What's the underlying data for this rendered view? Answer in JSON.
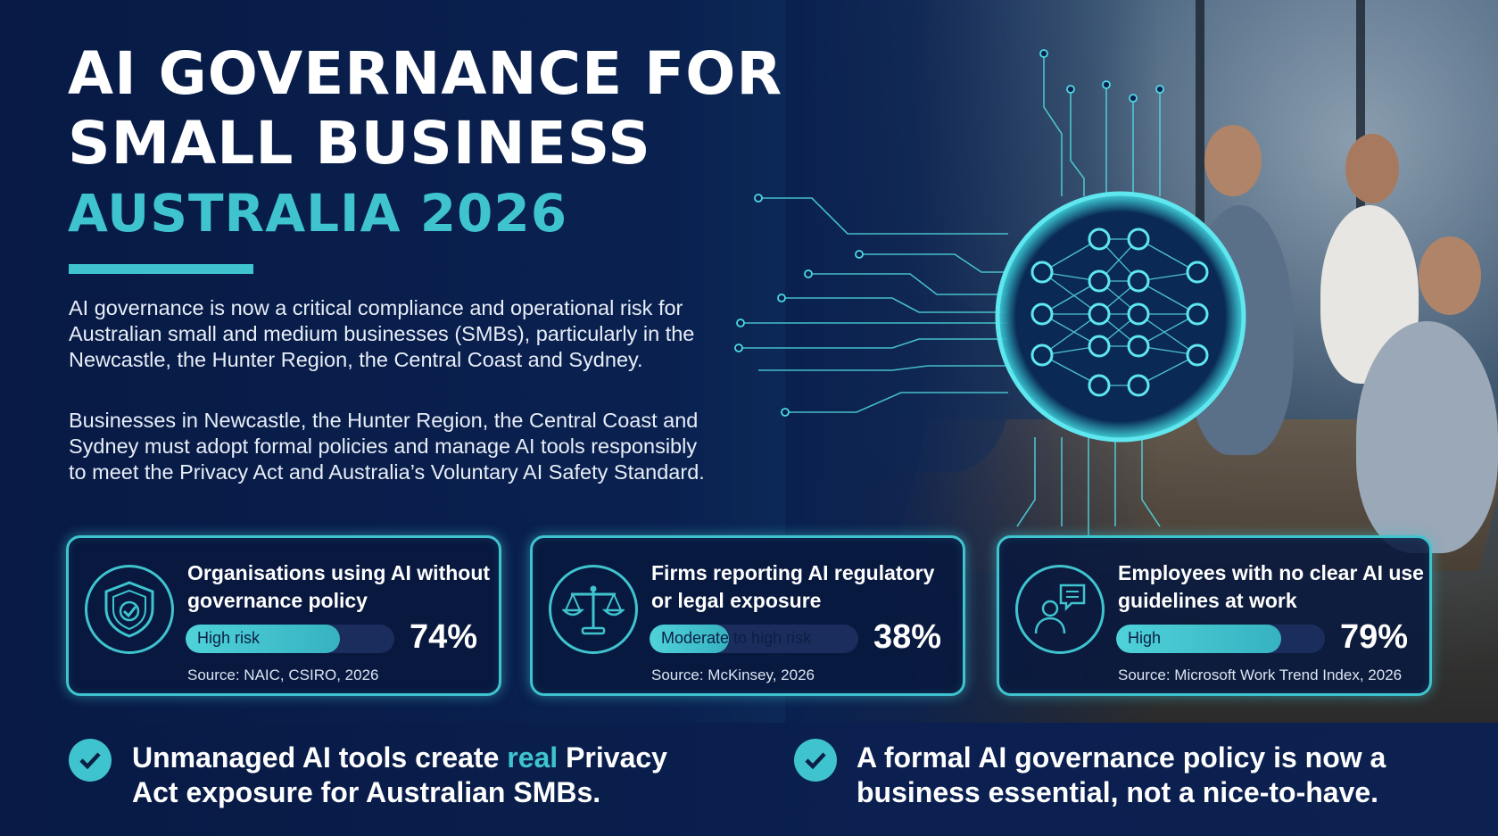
{
  "header": {
    "title_line1": "AI GOVERNANCE FOR",
    "title_line2": "SMALL BUSINESS",
    "subtitle": "AUSTRALIA 2026"
  },
  "intro": {
    "paragraph1": "AI governance is now a critical compliance and operational risk for Australian small and medium businesses (SMBs), particularly in the Newcastle, the Hunter Region, the Central Coast and Sydney.",
    "paragraph2": "Businesses in Newcastle, the Hunter Region, the Central Coast and Sydney must adopt formal policies and manage AI tools responsibly to meet the Privacy Act and Australia’s Voluntary AI Safety Standard."
  },
  "stats": [
    {
      "icon": "shield-check-icon",
      "title": "Organisations using AI without governance policy",
      "risk_label": "High risk",
      "percent_text": "74%",
      "value": 74,
      "source": "Source: NAIC, CSIRO, 2026"
    },
    {
      "icon": "scales-icon",
      "title": "Firms reporting AI regulatory or legal exposure",
      "risk_label": "Moderate to high risk",
      "percent_text": "38%",
      "value": 38,
      "source": "Source: McKinsey, 2026"
    },
    {
      "icon": "person-chat-icon",
      "title": "Employees with no clear AI use guidelines at work",
      "risk_label": "High",
      "percent_text": "79%",
      "value": 79,
      "source": "Source: Microsoft Work Trend Index, 2026"
    }
  ],
  "takeaways": {
    "left_before": "Unmanaged AI tools create ",
    "left_highlight": "real",
    "left_after": " Privacy Act exposure for Australian SMBs.",
    "right": "A formal AI governance policy is now a business essential, not a nice-to-have."
  },
  "colors": {
    "accent": "#3fc4cf",
    "background": "#0a2150",
    "text": "#ffffff"
  }
}
